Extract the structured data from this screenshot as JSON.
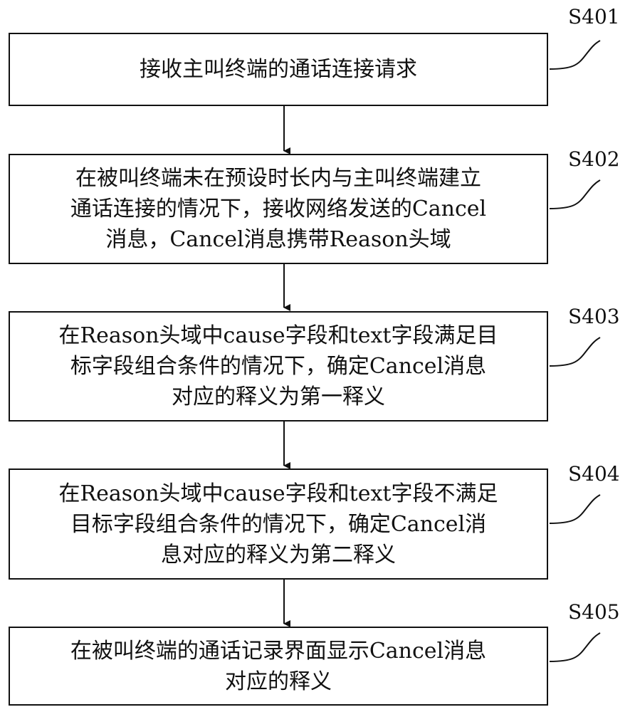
{
  "steps": [
    {
      "id": "S401",
      "lines": [
        "接收主叫终端的通话连接请求"
      ]
    },
    {
      "id": "S402",
      "lines": [
        "在被叫终端未在预设时长内与主叫终端建立",
        "通话连接的情况下，接收网络发送的Cancel",
        "消息，Cancel消息携带Reason头域"
      ]
    },
    {
      "id": "S403",
      "lines": [
        "在Reason头域中cause字段和text字段满足目",
        "标字段组合条件的情况下，确定Cancel消息",
        "对应的释义为第一释义"
      ]
    },
    {
      "id": "S404",
      "lines": [
        "在Reason头域中cause字段和text字段不满足",
        "目标字段组合条件的情况下，确定Cancel消",
        "息对应的释义为第二释义"
      ]
    },
    {
      "id": "S405",
      "lines": [
        "在被叫终端的通话记录界面显示Cancel消息",
        "对应的释义"
      ]
    }
  ]
}
